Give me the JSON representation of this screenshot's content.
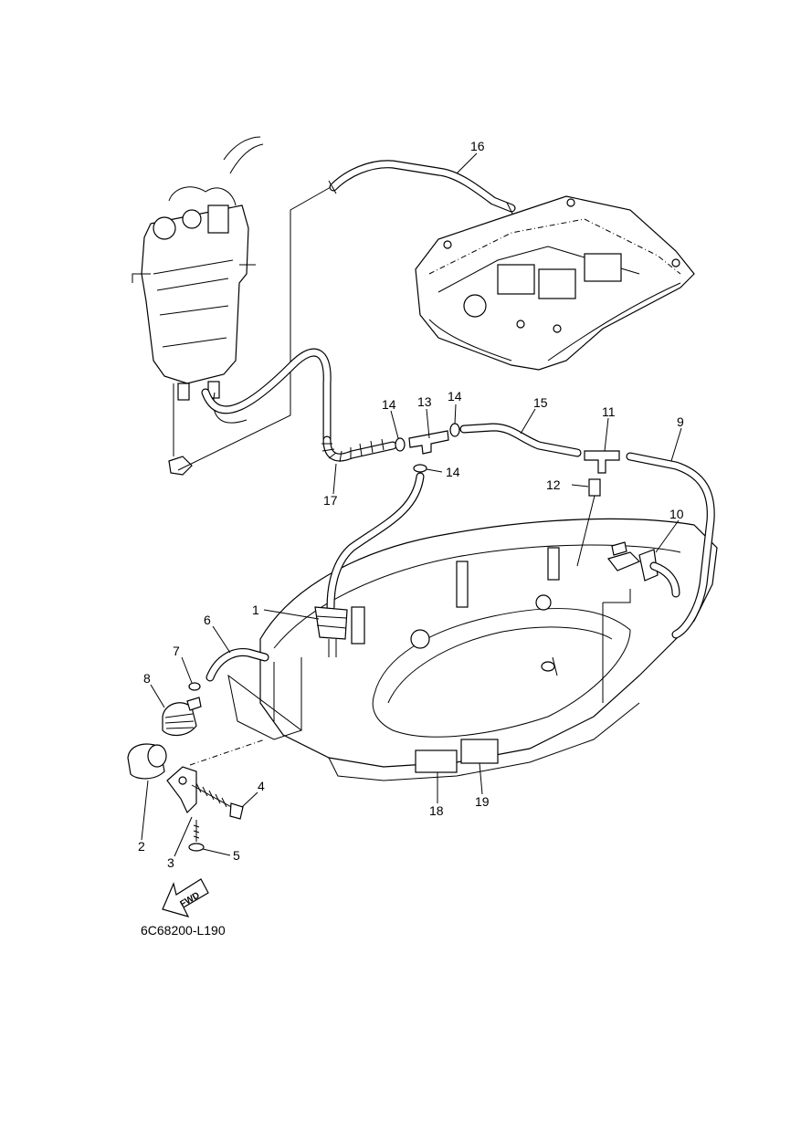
{
  "callouts": {
    "c1": "1",
    "c2": "2",
    "c3": "3",
    "c4": "4",
    "c5": "5",
    "c6": "6",
    "c7": "7",
    "c8": "8",
    "c9": "9",
    "c10": "10",
    "c11": "11",
    "c12": "12",
    "c13": "13",
    "c14a": "14",
    "c14b": "14",
    "c14c": "14",
    "c15": "15",
    "c16": "16",
    "c17": "17",
    "c18": "18",
    "c19": "19"
  },
  "fwd_label": "FWD",
  "diagram_code": "6C68200-L190"
}
